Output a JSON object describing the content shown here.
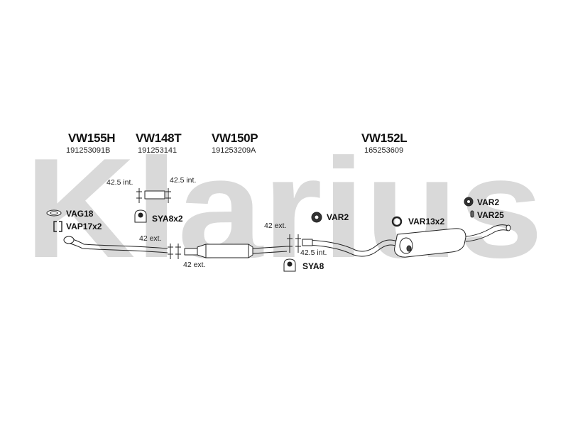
{
  "watermark": {
    "text": "Klarius",
    "color": "#d9d9d9"
  },
  "parts": [
    {
      "code": "VW155H",
      "number": "191253091B"
    },
    {
      "code": "VW148T",
      "number": "191253141"
    },
    {
      "code": "VW150P",
      "number": "191253209A"
    },
    {
      "code": "VW152L",
      "number": "165253609"
    }
  ],
  "fittings": {
    "vag18": "VAG18",
    "vap17x2": "VAP17x2",
    "sya8x2": "SYA8x2",
    "var2_mid": "VAR2",
    "sya8": "SYA8",
    "var13x2": "VAR13x2",
    "var2_right": "VAR2",
    "var25": "VAR25"
  },
  "dimensions": {
    "int_1": "42.5 int.",
    "int_2": "42.5 int.",
    "int_3": "42.5 int.",
    "ext_1": "42 ext.",
    "ext_2": "42 ext.",
    "ext_3": "42 ext."
  }
}
